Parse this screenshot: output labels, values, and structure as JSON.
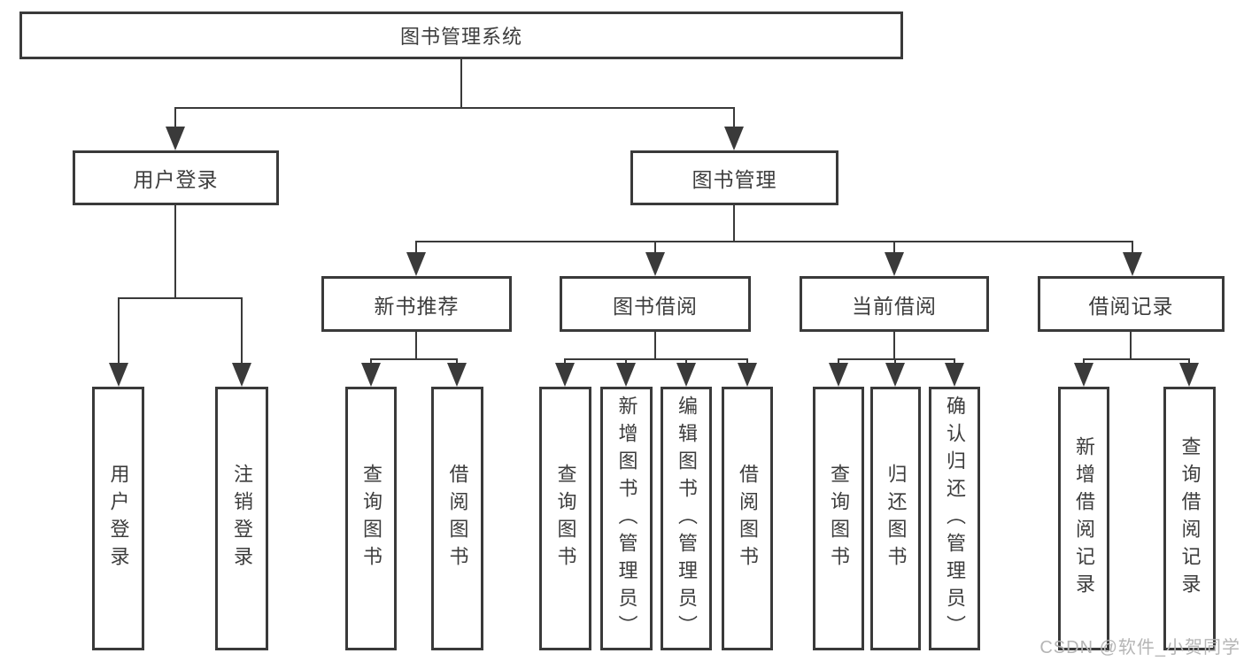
{
  "nodes": {
    "root": "图书管理系统",
    "user_login": "用户登录",
    "book_mgmt": "图书管理",
    "new_book_rec": "新书推荐",
    "book_borrow": "图书借阅",
    "current_borrow": "当前借阅",
    "borrow_record": "借阅记录",
    "leaf_user_login": "用户登录",
    "leaf_logout": "注销登录",
    "leaf_query_book_1": "查询图书",
    "leaf_borrow_book_1": "借阅图书",
    "leaf_query_book_2": "查询图书",
    "leaf_add_book": "新增图书（管理员）",
    "leaf_edit_book": "编辑图书（管理员）",
    "leaf_borrow_book_2": "借阅图书",
    "leaf_query_book_3": "查询图书",
    "leaf_return_book": "归还图书",
    "leaf_confirm_return": "确认归还（管理员）",
    "leaf_add_record": "新增借阅记录",
    "leaf_query_record": "查询借阅记录"
  },
  "hierarchy": {
    "label": "图书管理系统",
    "children": [
      {
        "label": "用户登录",
        "children": [
          {
            "label": "用户登录"
          },
          {
            "label": "注销登录"
          }
        ]
      },
      {
        "label": "图书管理",
        "children": [
          {
            "label": "新书推荐",
            "children": [
              {
                "label": "查询图书"
              },
              {
                "label": "借阅图书"
              }
            ]
          },
          {
            "label": "图书借阅",
            "children": [
              {
                "label": "查询图书"
              },
              {
                "label": "新增图书（管理员）"
              },
              {
                "label": "编辑图书（管理员）"
              },
              {
                "label": "借阅图书"
              }
            ]
          },
          {
            "label": "当前借阅",
            "children": [
              {
                "label": "查询图书"
              },
              {
                "label": "归还图书"
              },
              {
                "label": "确认归还（管理员）"
              }
            ]
          },
          {
            "label": "借阅记录",
            "children": [
              {
                "label": "新增借阅记录"
              },
              {
                "label": "查询借阅记录"
              }
            ]
          }
        ]
      }
    ]
  },
  "watermark": {
    "text": "CSDN @软件_小贺同学"
  },
  "colors": {
    "line": "#3a3a3a",
    "text": "#3d3d3d",
    "watermark": "#b5b5b5",
    "background": "#ffffff"
  }
}
